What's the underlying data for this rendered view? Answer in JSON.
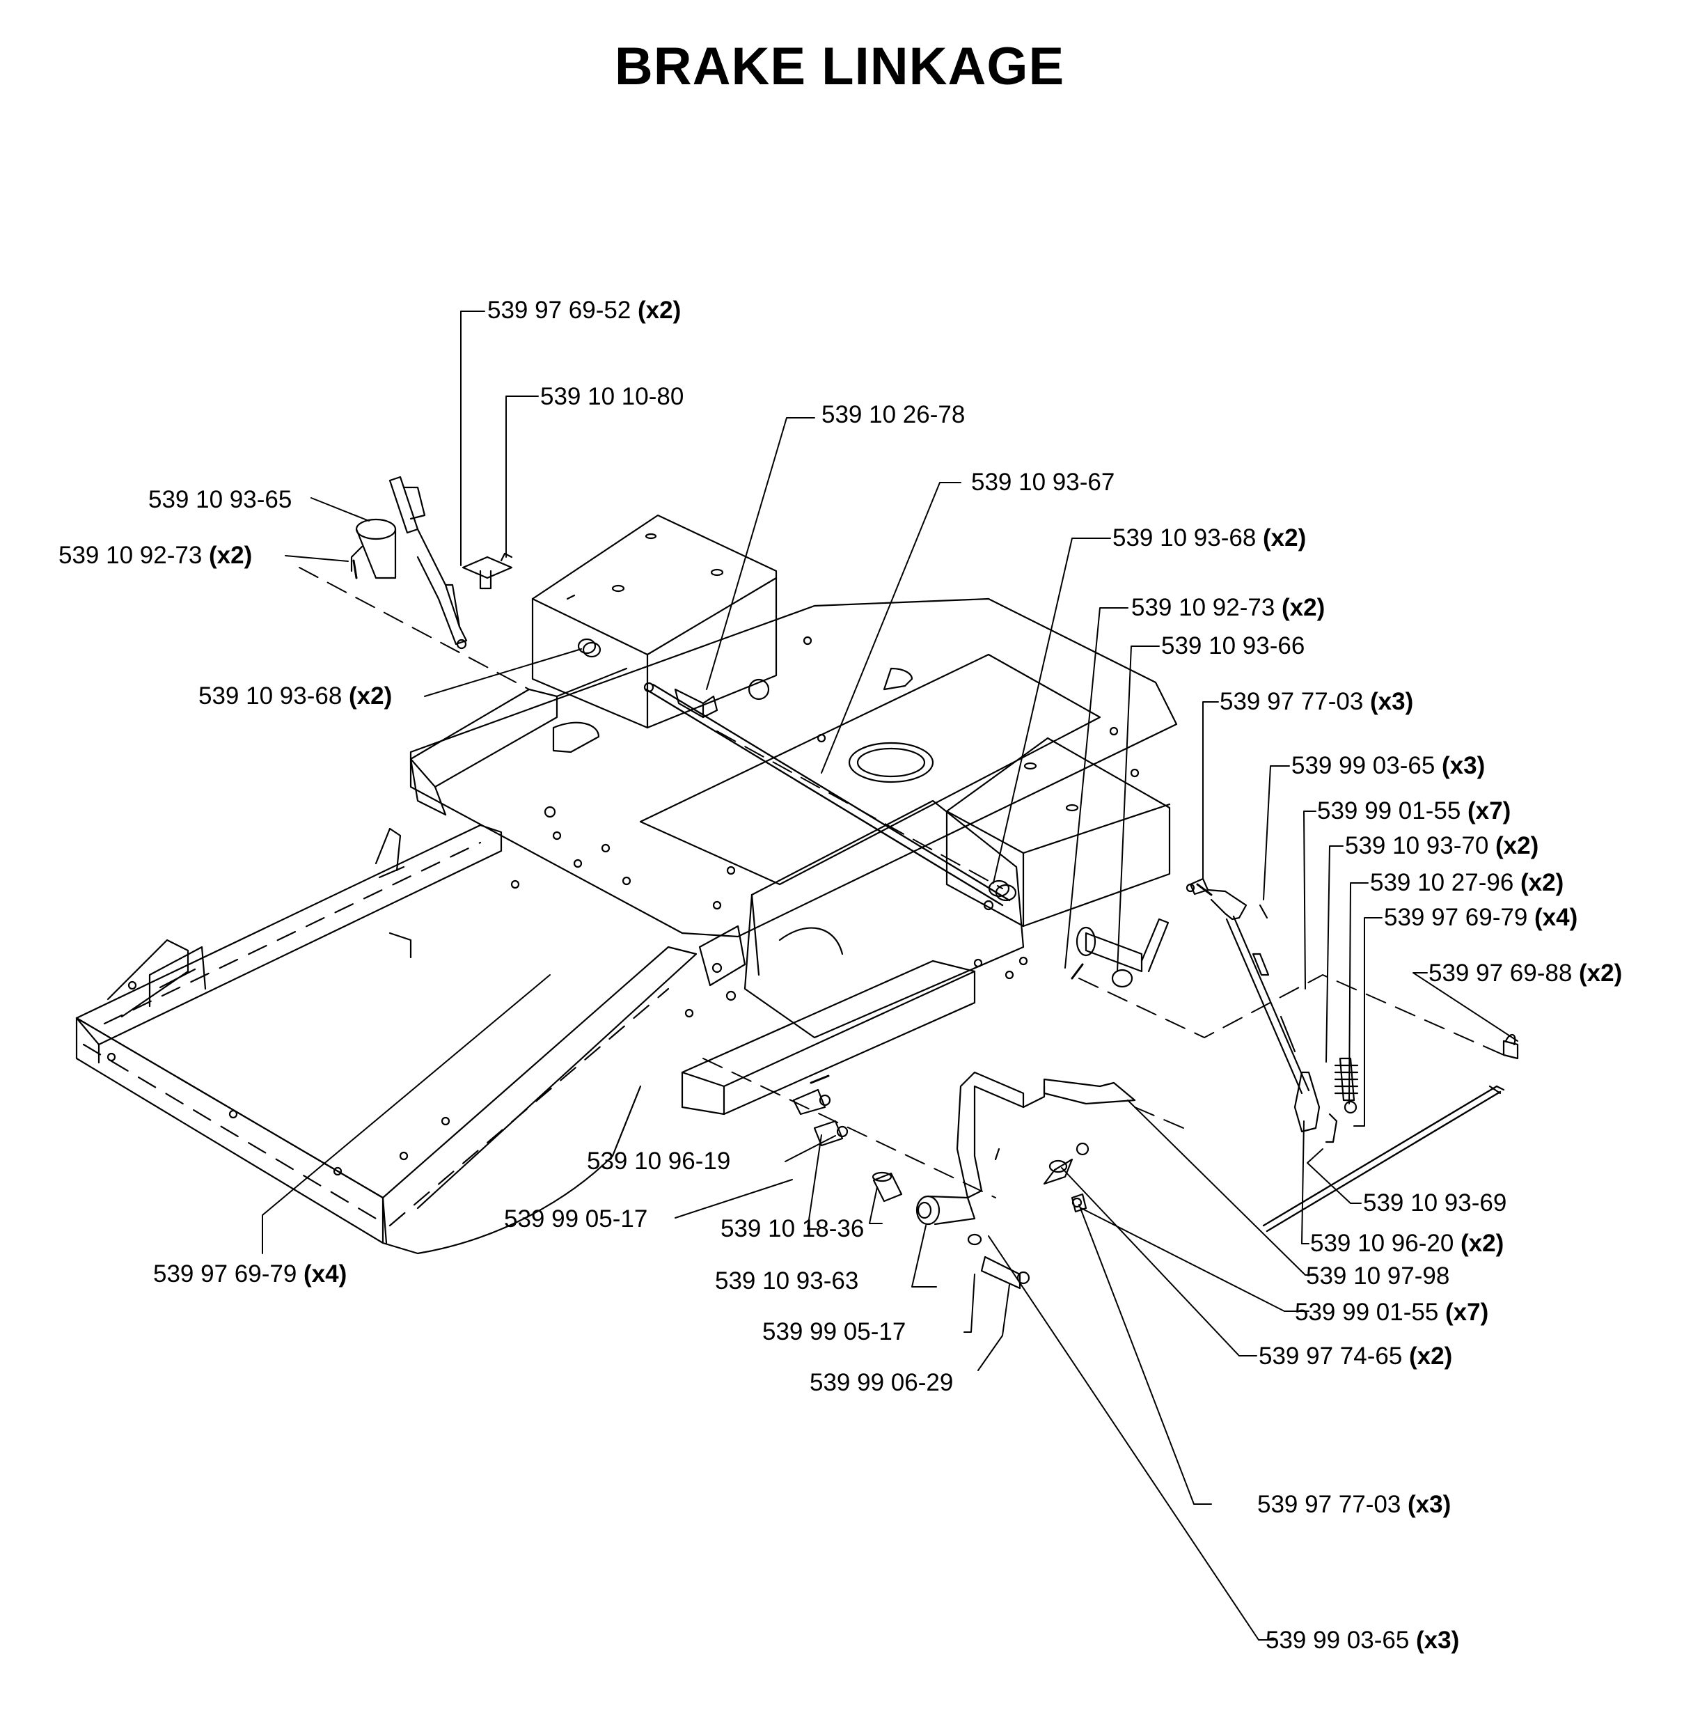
{
  "title": "BRAKE LINKAGE",
  "callouts": [
    {
      "id": "c01",
      "part": "539 97 69-52",
      "qty": "(x2)"
    },
    {
      "id": "c02",
      "part": "539 10 10-80",
      "qty": ""
    },
    {
      "id": "c03",
      "part": "539 10 26-78",
      "qty": ""
    },
    {
      "id": "c04",
      "part": "539 10 93-65",
      "qty": ""
    },
    {
      "id": "c05",
      "part": "539 10 92-73",
      "qty": "(x2)"
    },
    {
      "id": "c06",
      "part": "539 10 93-67",
      "qty": ""
    },
    {
      "id": "c07",
      "part": "539 10 93-68",
      "qty": "(x2)"
    },
    {
      "id": "c08",
      "part": "539 10 92-73",
      "qty": "(x2)"
    },
    {
      "id": "c09",
      "part": "539 10 93-66",
      "qty": ""
    },
    {
      "id": "c10",
      "part": "539 10 93-68",
      "qty": "(x2)"
    },
    {
      "id": "c11",
      "part": "539 97 77-03",
      "qty": "(x3)"
    },
    {
      "id": "c12",
      "part": "539 99 03-65",
      "qty": "(x3)"
    },
    {
      "id": "c13",
      "part": "539 99 01-55",
      "qty": "(x7)"
    },
    {
      "id": "c14",
      "part": "539 10 93-70",
      "qty": "(x2)"
    },
    {
      "id": "c15",
      "part": "539 10 27-96",
      "qty": "(x2)"
    },
    {
      "id": "c16",
      "part": "539 97 69-79",
      "qty": "(x4)"
    },
    {
      "id": "c17",
      "part": "539 97 69-88",
      "qty": "(x2)"
    },
    {
      "id": "c18",
      "part": "539 10 96-19",
      "qty": ""
    },
    {
      "id": "c19",
      "part": "539 99 05-17",
      "qty": ""
    },
    {
      "id": "c20",
      "part": "539 10 18-36",
      "qty": ""
    },
    {
      "id": "c21",
      "part": "539 10 93-69",
      "qty": ""
    },
    {
      "id": "c22",
      "part": "539 10 96-20",
      "qty": "(x2)"
    },
    {
      "id": "c23",
      "part": "539 97 69-79",
      "qty": "(x4)"
    },
    {
      "id": "c24",
      "part": "539 10 93-63",
      "qty": ""
    },
    {
      "id": "c25",
      "part": "539 10 97-98",
      "qty": ""
    },
    {
      "id": "c26",
      "part": "539 99 01-55",
      "qty": "(x7)"
    },
    {
      "id": "c27",
      "part": "539 99 05-17",
      "qty": ""
    },
    {
      "id": "c28",
      "part": "539 97 74-65",
      "qty": "(x2)"
    },
    {
      "id": "c29",
      "part": "539 99 06-29",
      "qty": ""
    },
    {
      "id": "c30",
      "part": "539 97 77-03",
      "qty": "(x3)"
    },
    {
      "id": "c31",
      "part": "539 99 03-65",
      "qty": "(x3)"
    }
  ]
}
